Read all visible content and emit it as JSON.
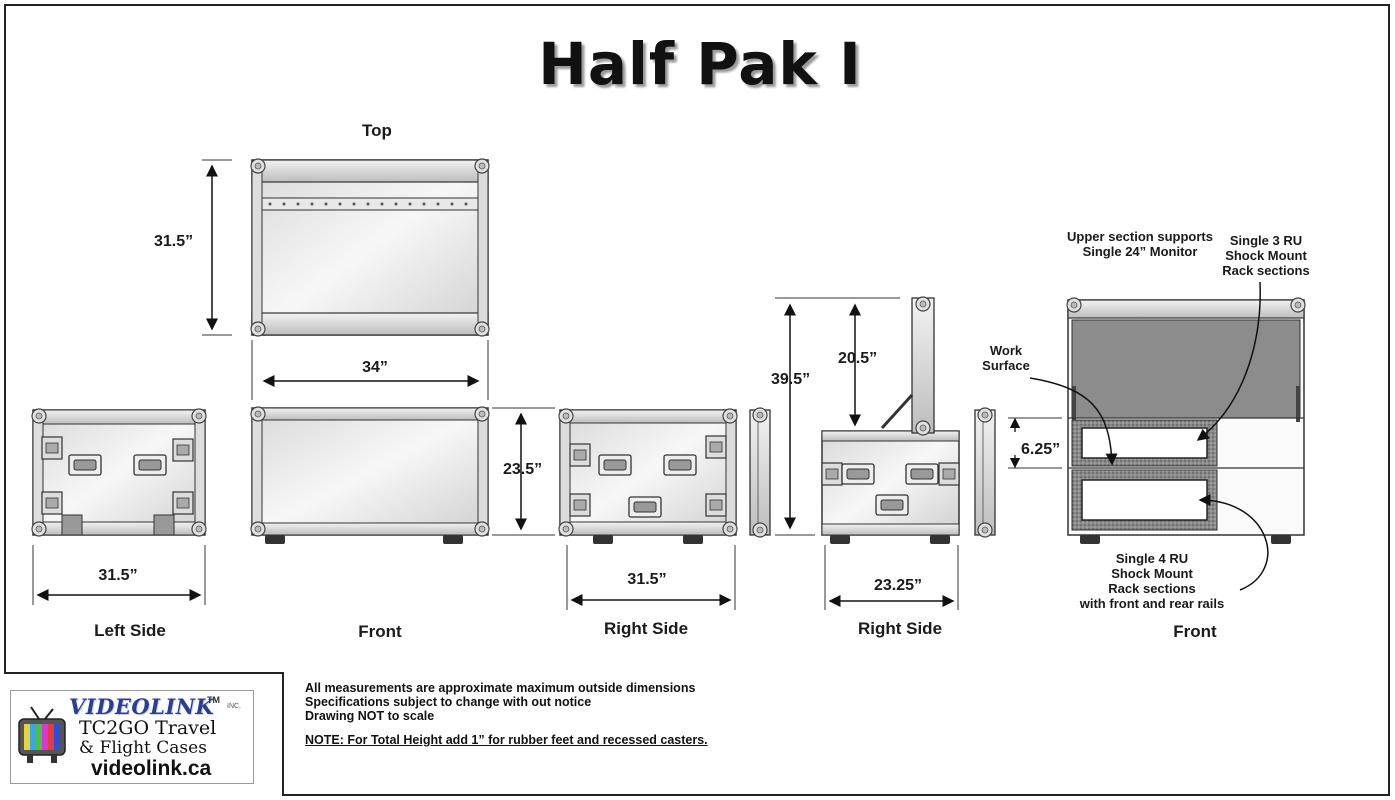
{
  "title": "Half Pak I",
  "views": {
    "top": "Top",
    "left_side": "Left Side",
    "front_closed": "Front",
    "right_side_1": "Right Side",
    "right_side_2": "Right Side",
    "front_open": "Front"
  },
  "dimensions": {
    "top_depth": "31.5”",
    "top_width": "34”",
    "left_width": "31.5”",
    "front_height": "23.5”",
    "right_width": "31.5”",
    "open_height": "39.5”",
    "lid_height": "20.5”",
    "right_depth": "23.25”",
    "work_surface_gap": "6.25”"
  },
  "annotations": {
    "upper_section": "Upper section supports\nSingle 24” Monitor",
    "shock_3ru": "Single 3 RU\nShock Mount\nRack sections",
    "work_surface": "Work\nSurface",
    "shock_4ru": "Single 4 RU\nShock Mount\nRack sections\nwith front and rear rails"
  },
  "notes": {
    "line1": "All measurements are approximate maximum outside dimensions",
    "line2": "Specifications subject to change with out notice",
    "line3": "Drawing NOT to scale",
    "line4": "NOTE: For Total Height add 1” for rubber feet and recessed casters."
  },
  "logo": {
    "brand": "VIDEOLINK",
    "tm": "TM",
    "inc": "INC.",
    "line1": "TC2GO Travel",
    "line2": "& Flight Cases",
    "website": "videolink.ca",
    "icon": "tv-icon"
  }
}
